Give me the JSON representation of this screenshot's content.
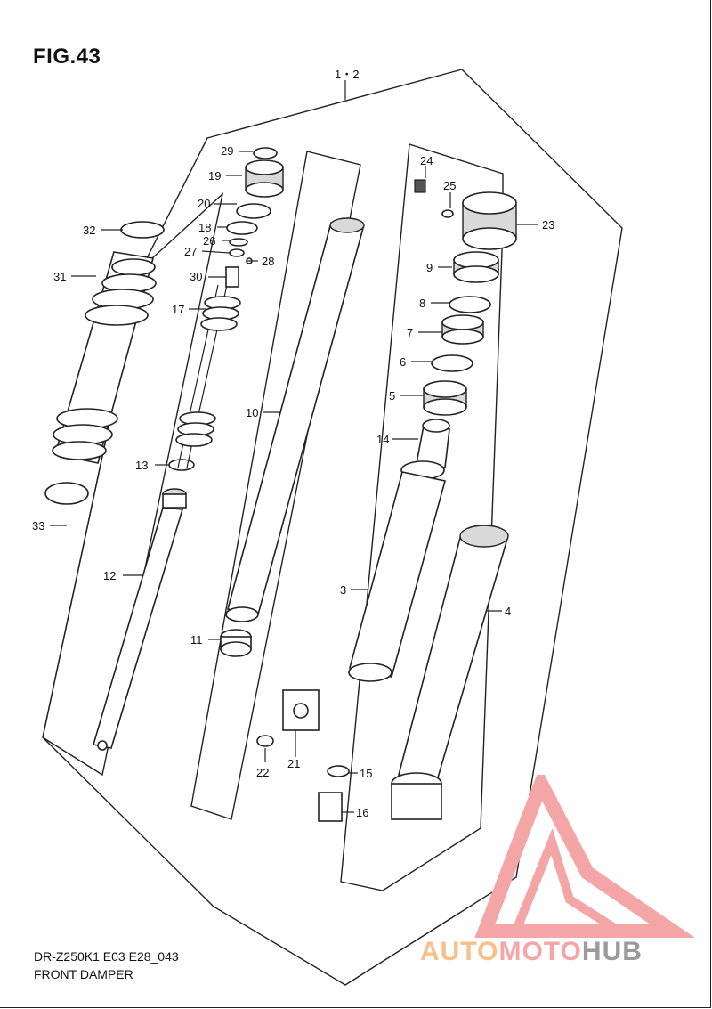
{
  "figure": {
    "title": "FIG.43",
    "model_code": "DR-Z250K1 E03 E28_043",
    "section_title": "FRONT DAMPER"
  },
  "labels": {
    "assembly": "1・2",
    "p3": "3",
    "p4": "4",
    "p5": "5",
    "p6": "6",
    "p7": "7",
    "p8": "8",
    "p9": "9",
    "p10": "10",
    "p11": "11",
    "p12": "12",
    "p13": "13",
    "p14": "14",
    "p15": "15",
    "p16": "16",
    "p17": "17",
    "p18": "18",
    "p19": "19",
    "p20": "20",
    "p21": "21",
    "p22": "22",
    "p23": "23",
    "p24": "24",
    "p25": "25",
    "p26": "26",
    "p27": "27",
    "p28": "28",
    "p29": "29",
    "p30": "30",
    "p31": "31",
    "p32": "32",
    "p33": "33"
  },
  "watermark": {
    "text_part1": "AUTO",
    "text_part2": "MOTO",
    "text_part3": "HUB",
    "color_orange": "#f7c08a",
    "color_red": "#f4a5a5",
    "color_gray": "#9a9a9a"
  }
}
